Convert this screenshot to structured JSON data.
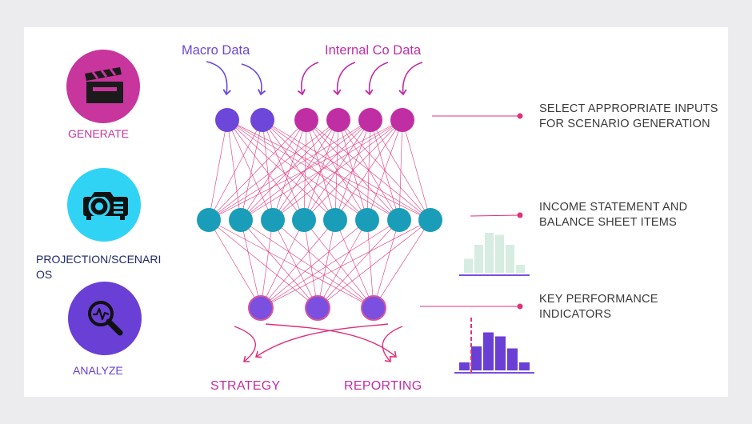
{
  "colors": {
    "generate": "#c8359d",
    "projection": "#31d3f5",
    "analyze": "#6a3fd6",
    "macro_node": "#6c47d9",
    "internal_node": "#c02ea4",
    "mid_node": "#1a9db8",
    "kpi_node": "#7b4fdf",
    "connection": "#e0317b",
    "label_navy": "#1f2a6b",
    "histogram_light": "#d7ede2",
    "histogram_dark": "#6a3fd6"
  },
  "steps": {
    "generate": {
      "label": "GENERATE",
      "icon": "clapperboard-icon"
    },
    "projection": {
      "label_line1": "PROJECTION/SCENARI",
      "label_line2": "OS",
      "icon": "projector-icon"
    },
    "analyze": {
      "label": "ANALYZE",
      "icon": "magnifier-pulse-icon"
    }
  },
  "sources": {
    "macro": "Macro Data",
    "internal": "Internal Co Data"
  },
  "notes": {
    "inputs": {
      "line1": "SELECT APPROPRIATE INPUTS",
      "line2": "FOR SCENARIO GENERATION"
    },
    "statements": {
      "line1": "INCOME STATEMENT AND",
      "line2": "BALANCE SHEET ITEMS"
    },
    "kpis": {
      "line1": "KEY PERFORMANCE",
      "line2": "INDICATORS"
    }
  },
  "outputs": {
    "strategy": "STRATEGY",
    "reporting": "REPORTING"
  },
  "network": {
    "input_nodes": [
      "macro",
      "macro",
      "internal",
      "internal",
      "internal",
      "internal"
    ],
    "mid_node_count": 8,
    "kpi_node_count": 3
  },
  "histograms": {
    "statements": [
      0.35,
      0.7,
      1.0,
      0.95,
      0.7,
      0.2
    ],
    "kpis": [
      0.2,
      0.6,
      0.95,
      0.85,
      0.55,
      0.2
    ]
  }
}
